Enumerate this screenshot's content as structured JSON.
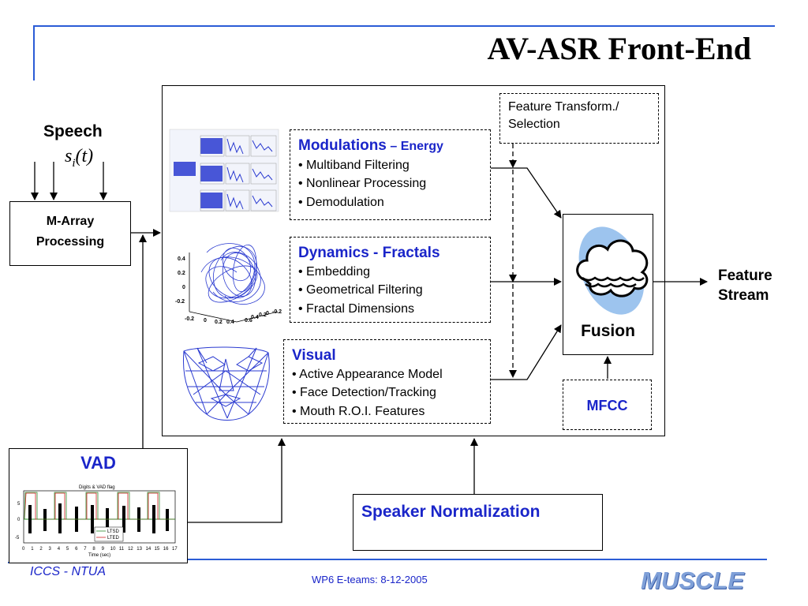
{
  "title": "AV-ASR Front-End",
  "speech": {
    "label": "Speech",
    "formula": "s_i(t)"
  },
  "marray": {
    "line1": "M-Array",
    "line2": "Processing"
  },
  "feature_transform": {
    "line1": "Feature Transform./",
    "line2": "Selection"
  },
  "modulations": {
    "title": "Modulations",
    "subtitle": "– Energy",
    "items": [
      "Multiband Filtering",
      "Nonlinear Processing",
      "Demodulation"
    ]
  },
  "dynamics": {
    "title": "Dynamics - Fractals",
    "items": [
      "Embedding",
      "Geometrical Filtering",
      "Fractal Dimensions"
    ]
  },
  "visual": {
    "title": "Visual",
    "items": [
      "Active Appearance Model",
      "Face Detection/Tracking",
      "Mouth R.O.I. Features"
    ]
  },
  "fusion": {
    "label": "Fusion"
  },
  "mfcc": {
    "label": "MFCC"
  },
  "feature_stream": {
    "line1": "Feature",
    "line2": "Stream"
  },
  "vad": {
    "label": "VAD",
    "plot_title": "Digits & VAD flag",
    "y_ticks": [
      "5",
      "0",
      "-5"
    ],
    "x_ticks": [
      "0",
      "1",
      "2",
      "3",
      "4",
      "5",
      "6",
      "7",
      "8",
      "9",
      "10",
      "11",
      "12",
      "13",
      "14",
      "15",
      "16",
      "17"
    ],
    "x_label": "Time (sec)",
    "legend": [
      "LTSD",
      "LTED"
    ]
  },
  "fractal_plot": {
    "y_ticks": [
      "0.4",
      "0.2",
      "0",
      "-0.2"
    ],
    "x_ticks": [
      "-0.2",
      "0",
      "0.2",
      "0.4",
      "0.6",
      "0.4",
      "0.2",
      "0",
      "-0.2"
    ]
  },
  "speaker_normalization": {
    "label": "Speaker Normalization"
  },
  "footer": {
    "left": "ICCS - NTUA",
    "center": "WP6 E-teams: 8-12-2005",
    "right": "MUSCLE"
  },
  "colors": {
    "accent_blue": "#1a25c9",
    "frame_blue": "#2b5cd6",
    "cloud_fill": "#9dc4ee"
  }
}
